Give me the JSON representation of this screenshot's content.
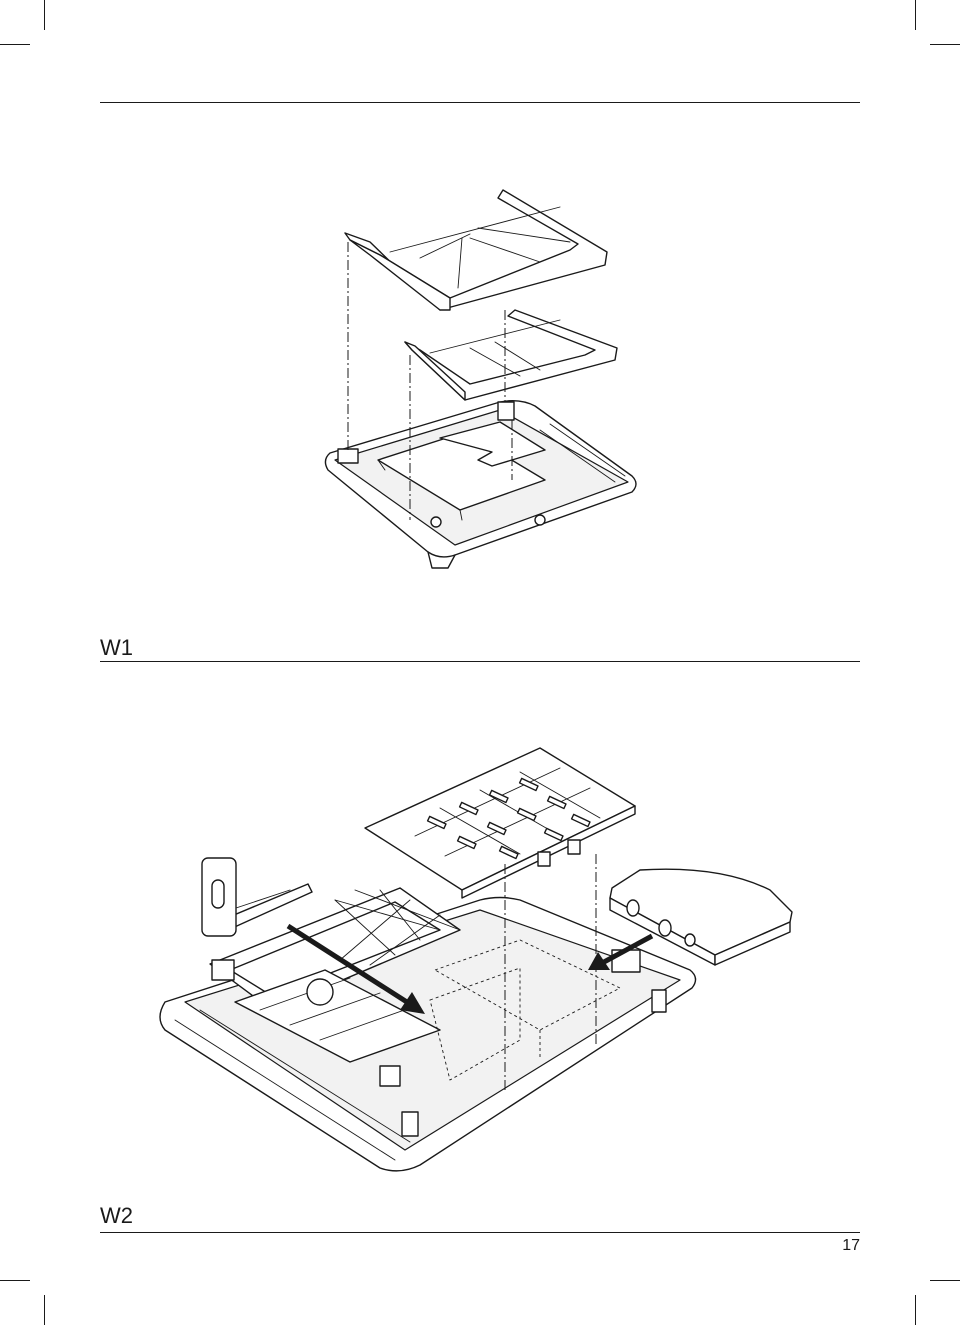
{
  "figures": [
    {
      "label": "W1"
    },
    {
      "label": "W2"
    }
  ],
  "page_number": "17"
}
